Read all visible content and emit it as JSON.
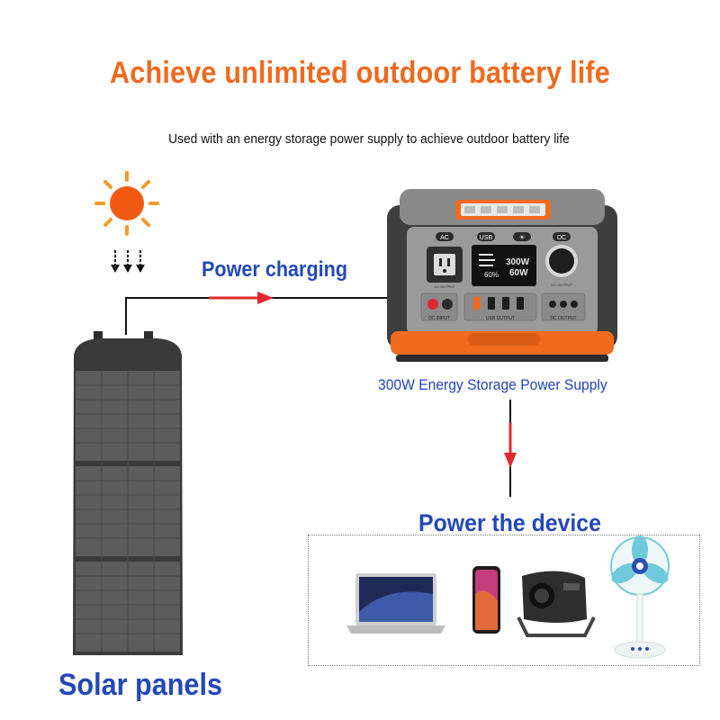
{
  "title": "Achieve unlimited outdoor battery life",
  "subtitle": "Used with an energy storage power supply to achieve outdoor battery life",
  "labels": {
    "power_charging": "Power charging",
    "storage_name": "300W Energy Storage Power Supply",
    "power_device": "Power the device",
    "solar_panels": "Solar panels"
  },
  "power_station": {
    "port_labels": {
      "ac": "AC",
      "usb": "USB",
      "light": "☀",
      "dc": "DC"
    },
    "screen": {
      "percent": "60%",
      "in_watts": "300W",
      "out_watts": "60W"
    },
    "bottom_labels": {
      "dc_input": "DC INPUT",
      "usb_output": "USB OUTPUT",
      "dc_output": "DC OUTPUT",
      "ac_output": "AC OUTPUT",
      "dc_output_top": "DC OUTPUT"
    }
  },
  "colors": {
    "orange": "#ee6a1f",
    "blue": "#2348b7",
    "arrow_red": "#e0282f"
  },
  "icons": [
    "sun-icon",
    "down-arrows-icon",
    "solar-panel-icon",
    "laptop-icon",
    "phone-icon",
    "projector-icon",
    "fan-icon"
  ]
}
